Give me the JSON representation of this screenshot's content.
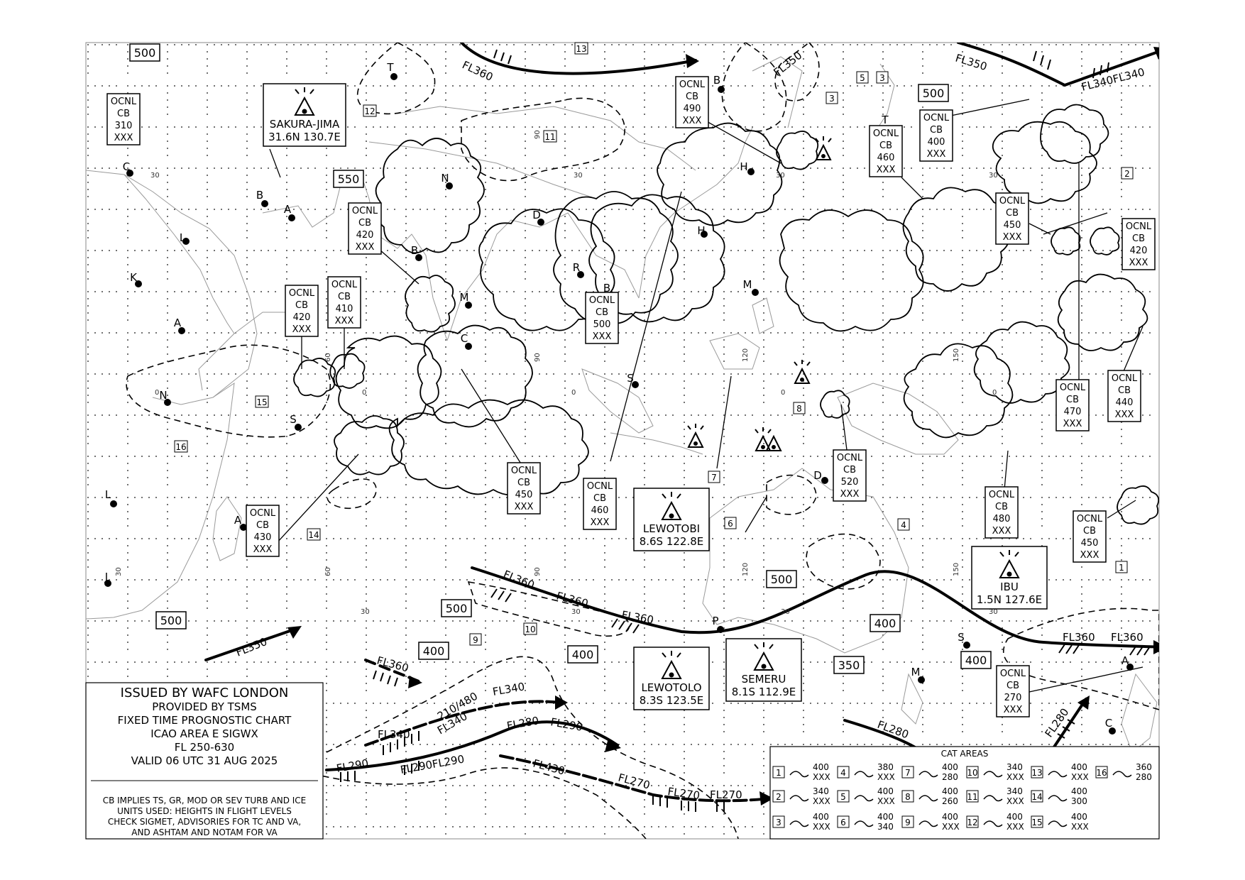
{
  "issuer": {
    "issued_by": "ISSUED BY WAFC LONDON",
    "provided_by": "PROVIDED BY TSMS",
    "chart_type": "FIXED TIME PROGNOSTIC CHART",
    "area": "ICAO AREA E SIGWX",
    "levels": "FL 250-630",
    "valid": "VALID 06 UTC 31 AUG 2025",
    "notes": [
      "CB IMPLIES TS, GR, MOD OR SEV TURB AND ICE",
      "UNITS USED: HEIGHTS IN FLIGHT LEVELS",
      "CHECK SIGMET, ADVISORIES FOR TC AND VA,",
      "AND ASHTAM AND NOTAM FOR VA"
    ]
  },
  "cb_boxes": [
    {
      "label": "OCNL",
      "type": "CB",
      "top": "310",
      "base": "XXX"
    },
    {
      "label": "OCNL",
      "type": "CB",
      "top": "420",
      "base": "XXX"
    },
    {
      "label": "OCNL",
      "type": "CB",
      "top": "420",
      "base": "XXX"
    },
    {
      "label": "OCNL",
      "type": "CB",
      "top": "410",
      "base": "XXX"
    },
    {
      "label": "OCNL",
      "type": "CB",
      "top": "430",
      "base": "XXX"
    },
    {
      "label": "OCNL",
      "type": "CB",
      "top": "450",
      "base": "XXX"
    },
    {
      "label": "OCNL",
      "type": "CB",
      "top": "460",
      "base": "XXX"
    },
    {
      "label": "OCNL",
      "type": "CB",
      "top": "500",
      "base": "XXX"
    },
    {
      "label": "OCNL",
      "type": "CB",
      "top": "490",
      "base": "XXX"
    },
    {
      "label": "OCNL",
      "type": "CB",
      "top": "460",
      "base": "XXX"
    },
    {
      "label": "OCNL",
      "type": "CB",
      "top": "400",
      "base": "XXX"
    },
    {
      "label": "OCNL",
      "type": "CB",
      "top": "450",
      "base": "XXX"
    },
    {
      "label": "OCNL",
      "type": "CB",
      "top": "420",
      "base": "XXX"
    },
    {
      "label": "OCNL",
      "type": "CB",
      "top": "470",
      "base": "XXX"
    },
    {
      "label": "OCNL",
      "type": "CB",
      "top": "440",
      "base": "XXX"
    },
    {
      "label": "OCNL",
      "type": "CB",
      "top": "520",
      "base": "XXX"
    },
    {
      "label": "OCNL",
      "type": "CB",
      "top": "480",
      "base": "XXX"
    },
    {
      "label": "OCNL",
      "type": "CB",
      "top": "450",
      "base": "XXX"
    },
    {
      "label": "OCNL",
      "type": "CB",
      "top": "270",
      "base": "XXX"
    }
  ],
  "volcanoes": [
    {
      "name": "SAKURA-JIMA",
      "position": "31.6N 130.7E"
    },
    {
      "name": "LEWOTOBI",
      "position": "8.6S 122.8E"
    },
    {
      "name": "LEWOTOLO",
      "position": "8.3S 123.5E"
    },
    {
      "name": "SEMERU",
      "position": "8.1S 112.9E"
    },
    {
      "name": "IBU",
      "position": "1.5N 127.6E"
    }
  ],
  "tropopause_boxes": [
    "500",
    "550",
    "500",
    "500",
    "500",
    "400",
    "400",
    "500",
    "400",
    "350",
    "400"
  ],
  "jet_labels": [
    "FL360",
    "FL350",
    "FL340FL340",
    "FL350",
    "FL360",
    "FL360",
    "FL360",
    "FL360",
    "FL360",
    "FL360",
    "FL350",
    "FL340",
    "210/480",
    "FL340",
    "FL340",
    "FL290",
    "FL290FL290",
    "FL280",
    "FL290",
    "FL430",
    "FL270",
    "FL270",
    "FL270",
    "FL280",
    "FL280"
  ],
  "cat_numbers": [
    "13",
    "12",
    "11",
    "5",
    "3",
    "3",
    "2",
    "15",
    "16",
    "14",
    "7",
    "6",
    "8",
    "4",
    "1",
    "10",
    "9"
  ],
  "cities": [
    "T",
    "B",
    "C",
    "B",
    "A",
    "N",
    "D",
    "B",
    "M",
    "C",
    "K",
    "A",
    "L",
    "R",
    "B",
    "S",
    "H",
    "H",
    "M",
    "T",
    "D",
    "N",
    "S",
    "A",
    "L",
    "J",
    "P",
    "S",
    "M",
    "C",
    "A"
  ],
  "lat_labels": [
    "90",
    "30",
    "30",
    "30",
    "30",
    "60",
    "90",
    "120",
    "150",
    "0",
    "0",
    "0",
    "0",
    "0",
    "30",
    "60",
    "90",
    "120",
    "150",
    "30",
    "30",
    "30",
    "30"
  ],
  "cat_legend": {
    "title": "CAT AREAS",
    "items": [
      {
        "id": "1",
        "top": "400",
        "base": "XXX"
      },
      {
        "id": "2",
        "top": "340",
        "base": "XXX"
      },
      {
        "id": "3",
        "top": "400",
        "base": "XXX"
      },
      {
        "id": "4",
        "top": "380",
        "base": "XXX"
      },
      {
        "id": "5",
        "top": "400",
        "base": "XXX"
      },
      {
        "id": "6",
        "top": "400",
        "base": "340"
      },
      {
        "id": "7",
        "top": "400",
        "base": "280"
      },
      {
        "id": "8",
        "top": "400",
        "base": "260"
      },
      {
        "id": "9",
        "top": "400",
        "base": "XXX"
      },
      {
        "id": "10",
        "top": "340",
        "base": "XXX"
      },
      {
        "id": "11",
        "top": "340",
        "base": "XXX"
      },
      {
        "id": "12",
        "top": "400",
        "base": "XXX"
      },
      {
        "id": "13",
        "top": "400",
        "base": "XXX"
      },
      {
        "id": "14",
        "top": "400",
        "base": "300"
      },
      {
        "id": "15",
        "top": "400",
        "base": "XXX"
      },
      {
        "id": "16",
        "top": "360",
        "base": "280"
      }
    ]
  }
}
